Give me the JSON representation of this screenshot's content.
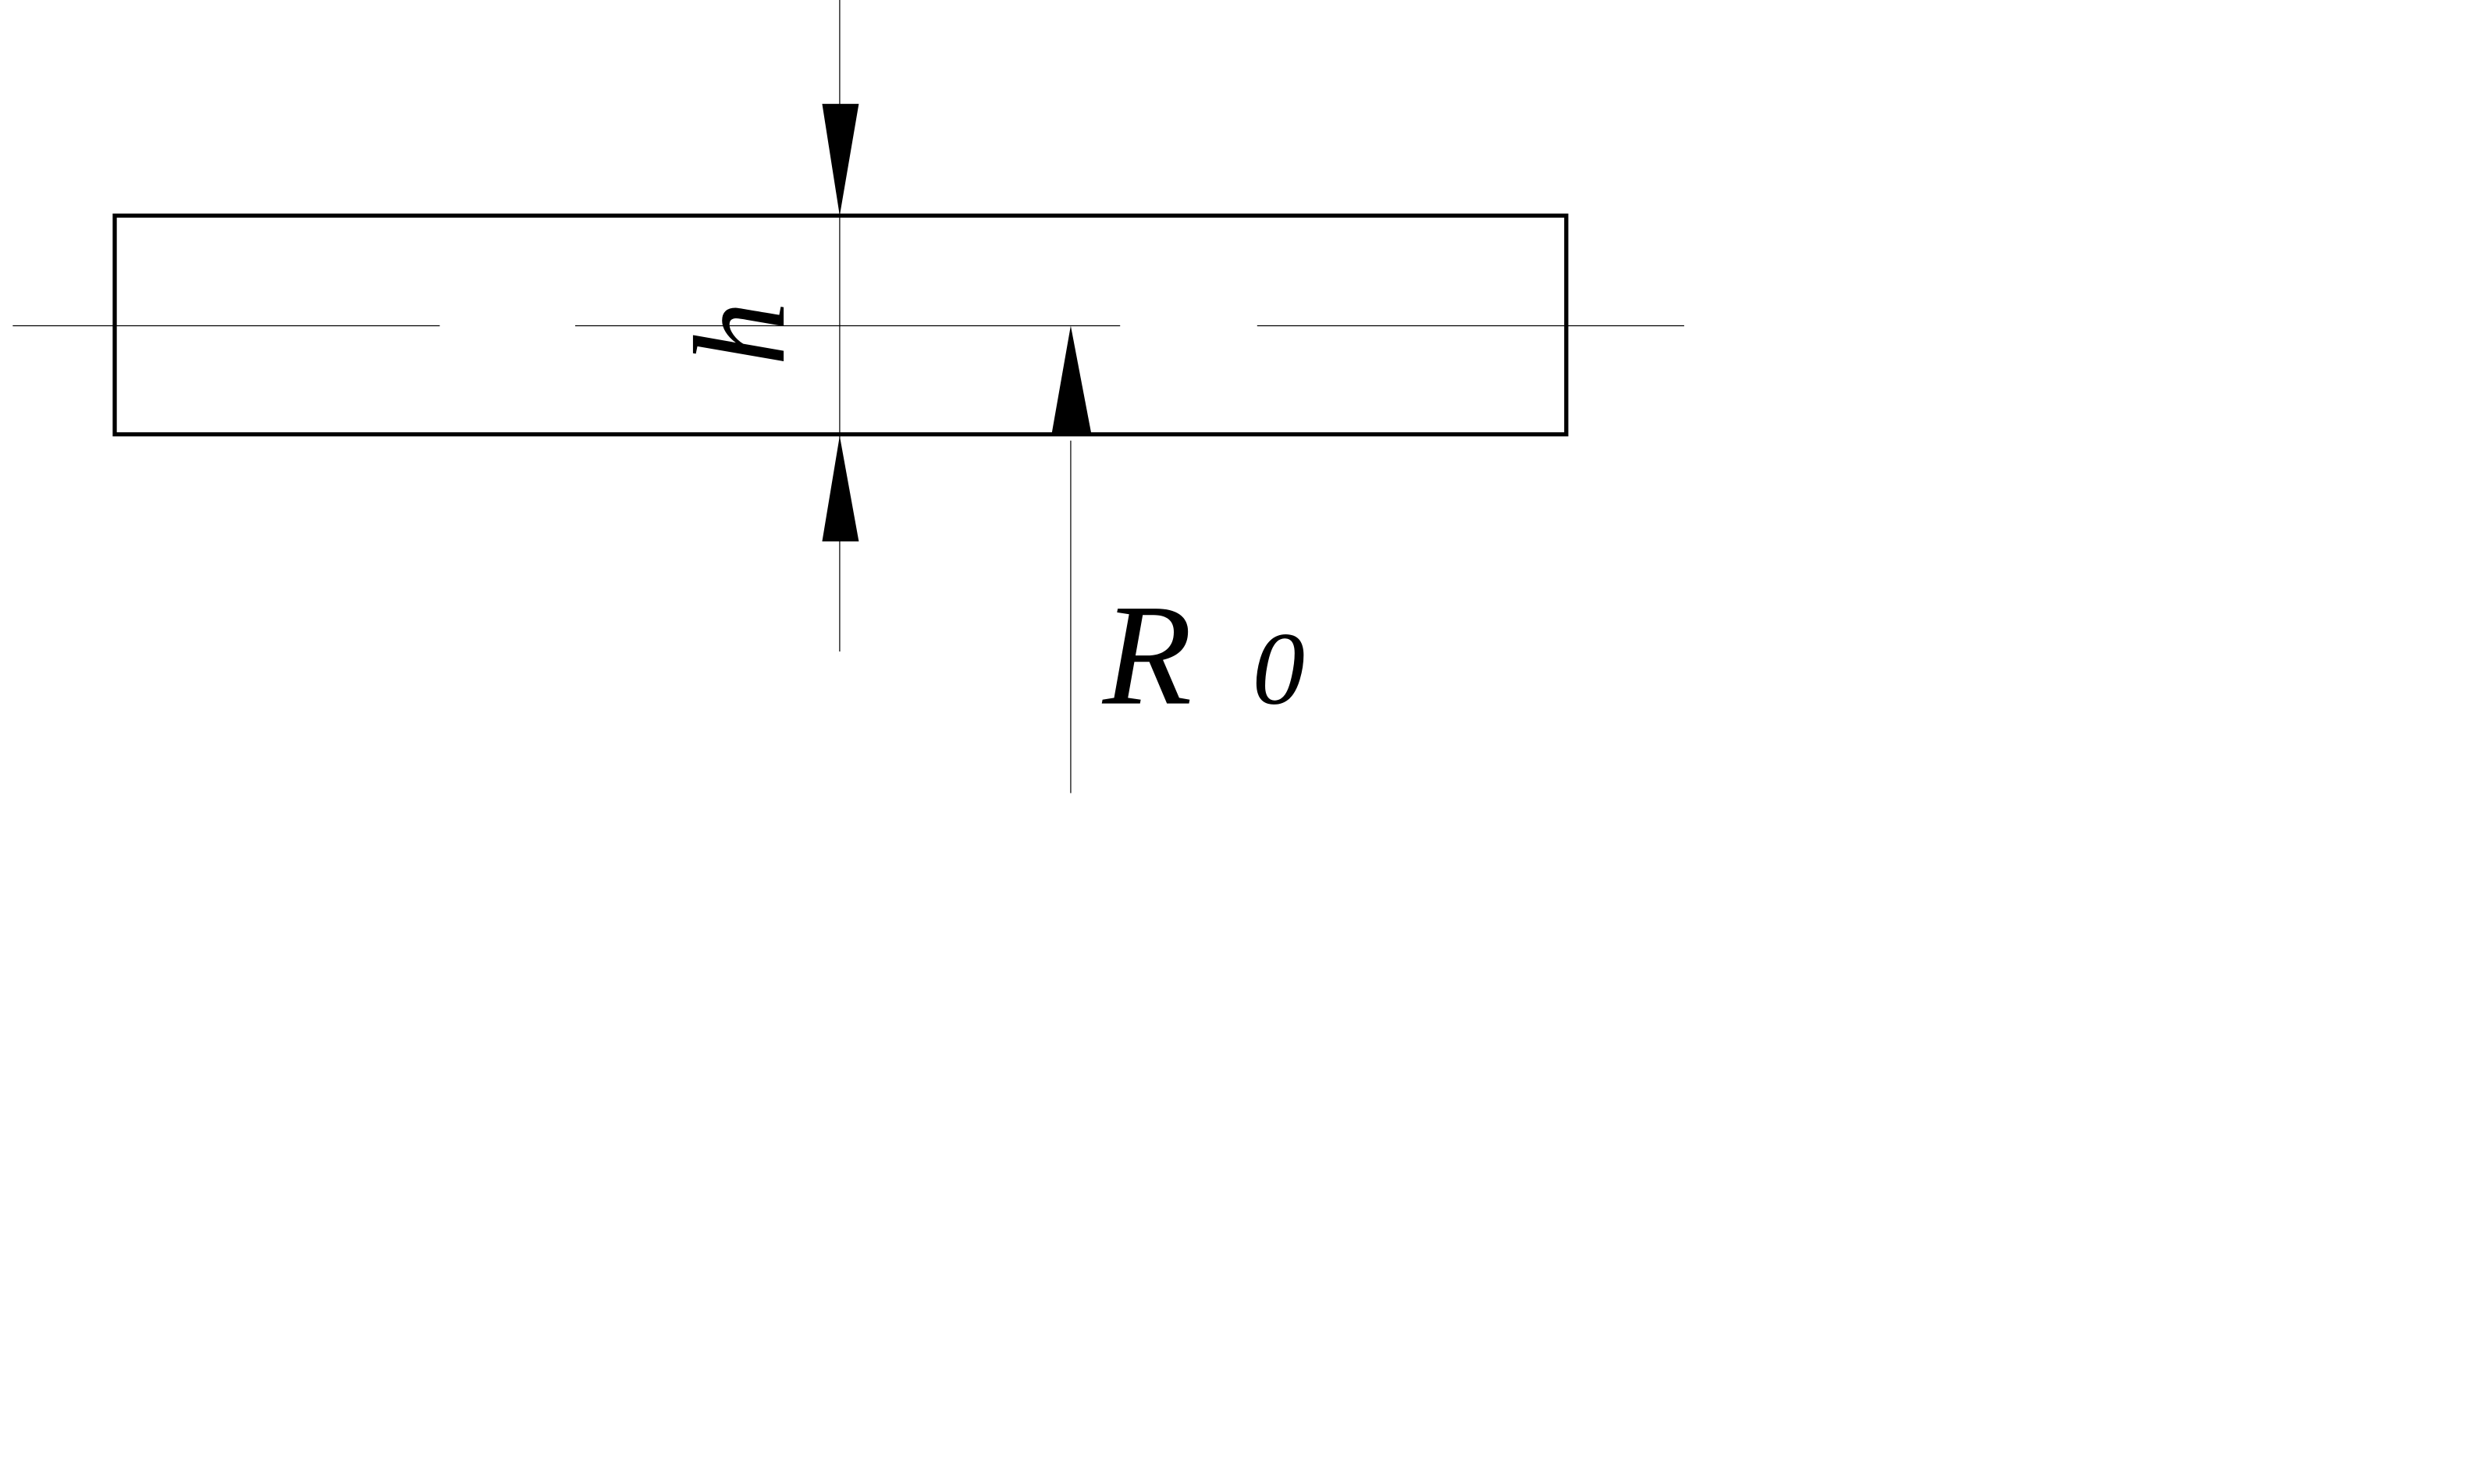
{
  "diagram": {
    "thickness_label": "h",
    "radius_label_main": "R",
    "radius_label_sub": "0"
  },
  "colors": {
    "line": "#000000",
    "background": "#ffffff"
  }
}
